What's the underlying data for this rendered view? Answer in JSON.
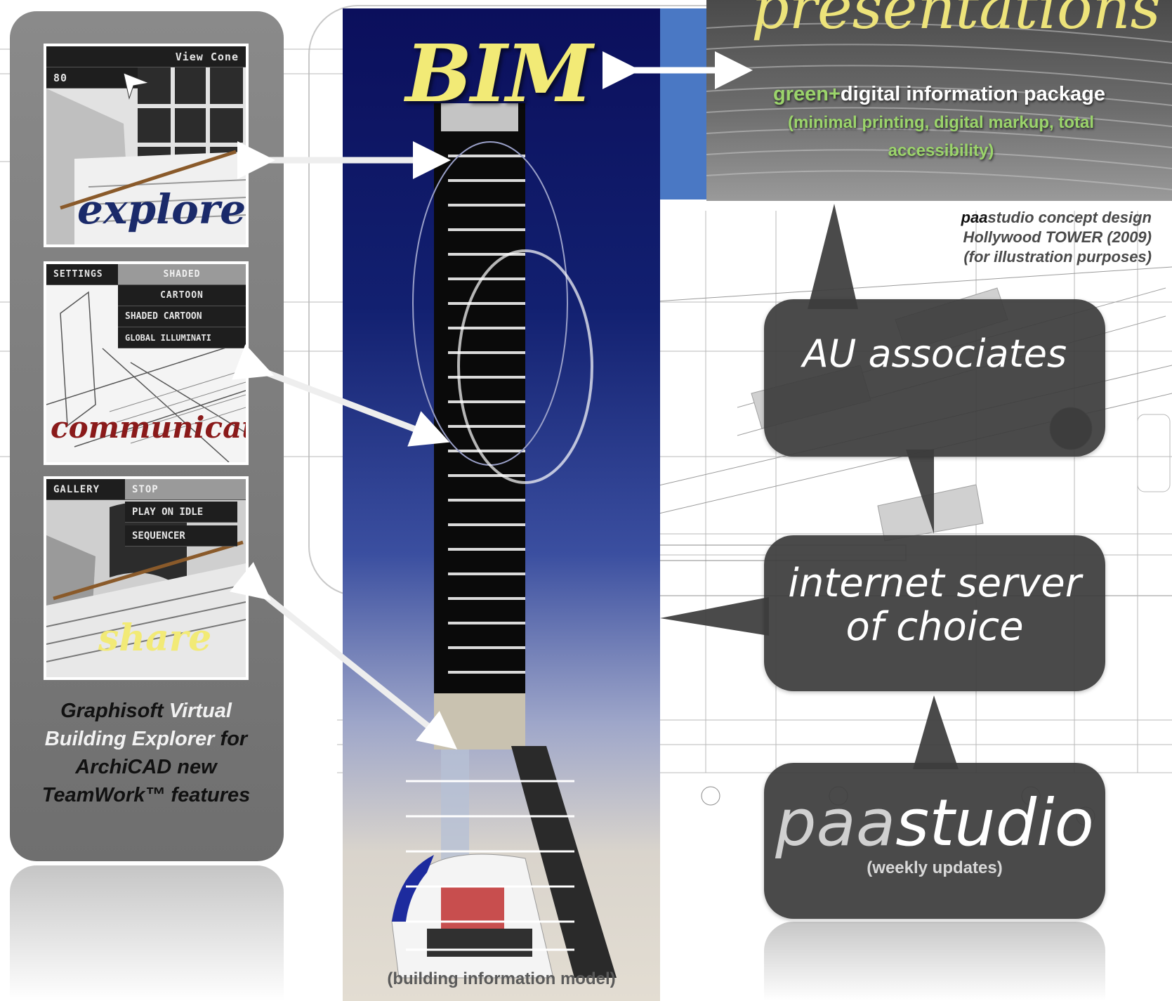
{
  "left_panel": {
    "thumbs": [
      {
        "menu_title": "View Cone",
        "menu_value": "80",
        "caption": "explore",
        "caption_color": "#1a2a6a"
      },
      {
        "menu_items": [
          "SETTINGS",
          "SHADED",
          "CARTOON",
          "SHADED CARTOON",
          "GLOBAL ILLUMINATI"
        ],
        "caption": "communicate",
        "caption_color": "#8a1a1a"
      },
      {
        "menu_items": [
          "GALLERY",
          "STOP",
          "PLAY ON IDLE",
          "SEQUENCER"
        ],
        "caption": "share",
        "caption_color": "#f2ea76"
      }
    ],
    "caption": {
      "part1": "Graphisoft ",
      "part2": "Virtual Building Explorer",
      "part3": "for ArchiCAD new TeamWork™ features"
    }
  },
  "bim": {
    "title": "BIM",
    "caption": "(building information model)"
  },
  "presentations": {
    "title": "presentations",
    "line1_green": "green+",
    "line1_rest": "digital information package",
    "line2": "(minimal printing, digital markup, total accessibility)"
  },
  "concept": {
    "bold": "paa",
    "rest": "studio concept design",
    "line2": "Hollywood TOWER (2009)",
    "line3": "(for illustration purposes)"
  },
  "bubbles": {
    "au": "AU associates",
    "server_line1": "internet server",
    "server_line2": "of choice",
    "paa_light": "paa",
    "paa_bright": "studio",
    "paa_sub": "(weekly updates)"
  },
  "colors": {
    "bim_yellow": "#f2ea76",
    "bubble": "#3c3c3c",
    "panel_gray": "#7a7a7a",
    "green": "#9bd46b",
    "blue_strip": "#4a78c4"
  }
}
